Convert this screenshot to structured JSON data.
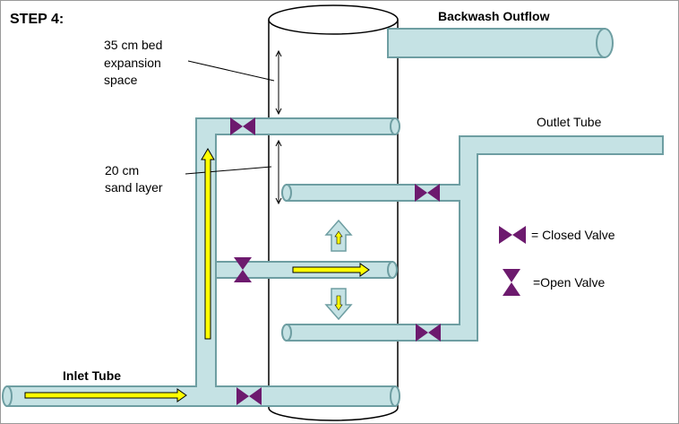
{
  "step_title": "STEP 4:",
  "labels": {
    "backwash_outflow": "Backwash Outflow",
    "outlet_tube": "Outlet Tube",
    "inlet_tube": "Inlet Tube",
    "bed_expansion": [
      "35 cm bed",
      "expansion",
      "space"
    ],
    "sand_layer": [
      "20 cm",
      "sand layer"
    ]
  },
  "legend": {
    "closed": "= Closed Valve",
    "open": "=Open Valve"
  },
  "colors": {
    "pipe_fill": "#c5e2e4",
    "pipe_stroke": "#6e9ea2",
    "valve": "#6d1a6e",
    "flow_arrow": "#ffff00"
  }
}
